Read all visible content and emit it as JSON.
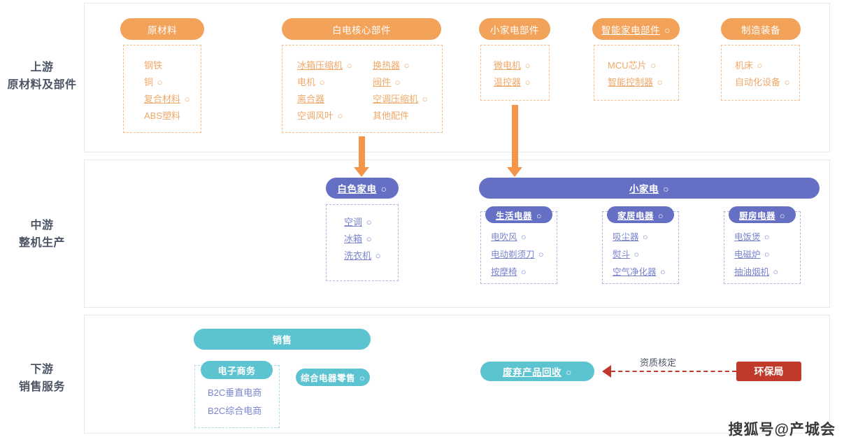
{
  "colors": {
    "orange": "#f3a25a",
    "orange_text": "#f0a868",
    "orange_arrow": "#f3964a",
    "purple": "#6570c4",
    "purple_text": "#7b84cf",
    "teal": "#5cc3d0",
    "teal_text": "#80cdd8",
    "red": "#c0392b",
    "panel_border": "#e6e8ec",
    "label_text": "#4c5566"
  },
  "circle_mark": "○",
  "stages": {
    "upstream": {
      "title": "上游",
      "subtitle": "原材料及部件"
    },
    "midstream": {
      "title": "中游",
      "subtitle": "整机生产"
    },
    "downstream": {
      "title": "下游",
      "subtitle": "销售服务"
    }
  },
  "upstream": {
    "groups": [
      {
        "header": "原材料",
        "header_underlined": false,
        "header_circle": false,
        "items": [
          {
            "text": "钢铁",
            "underlined": false,
            "circle": false
          },
          {
            "text": "铜",
            "underlined": false,
            "circle": true
          },
          {
            "text": "复合材料",
            "underlined": true,
            "circle": true
          },
          {
            "text": "ABS塑料",
            "underlined": false,
            "circle": false
          }
        ]
      },
      {
        "header": "白电核心部件",
        "header_underlined": false,
        "header_circle": false,
        "items_col1": [
          {
            "text": "冰箱压缩机",
            "underlined": true,
            "circle": true
          },
          {
            "text": "电机",
            "underlined": false,
            "circle": true
          },
          {
            "text": "离合器",
            "underlined": true,
            "circle": false
          },
          {
            "text": "空调风叶",
            "underlined": false,
            "circle": true
          }
        ],
        "items_col2": [
          {
            "text": "换热器",
            "underlined": true,
            "circle": true
          },
          {
            "text": "阀件",
            "underlined": true,
            "circle": true
          },
          {
            "text": "空调压缩机",
            "underlined": true,
            "circle": true
          },
          {
            "text": "其他配件",
            "underlined": false,
            "circle": false
          }
        ]
      },
      {
        "header": "小家电部件",
        "header_underlined": false,
        "header_circle": false,
        "items": [
          {
            "text": "微电机",
            "underlined": true,
            "circle": true
          },
          {
            "text": "温控器",
            "underlined": true,
            "circle": true
          }
        ]
      },
      {
        "header": "智能家电部件",
        "header_underlined": true,
        "header_circle": true,
        "items": [
          {
            "text": "MCU芯片",
            "underlined": false,
            "circle": true
          },
          {
            "text": "智能控制器",
            "underlined": true,
            "circle": true
          }
        ]
      },
      {
        "header": "制造装备",
        "header_underlined": false,
        "header_circle": false,
        "items": [
          {
            "text": "机床",
            "underlined": false,
            "circle": true
          },
          {
            "text": "自动化设备",
            "underlined": false,
            "circle": true
          }
        ]
      }
    ]
  },
  "midstream": {
    "white_goods": {
      "header": "白色家电",
      "header_underlined": true,
      "header_circle": true,
      "items": [
        {
          "text": "空调",
          "underlined": true,
          "circle": true
        },
        {
          "text": "冰箱",
          "underlined": true,
          "circle": true
        },
        {
          "text": "洗衣机",
          "underlined": true,
          "circle": true
        }
      ]
    },
    "small_appliances": {
      "header": "小家电",
      "header_underlined": true,
      "header_circle": true,
      "subgroups": [
        {
          "header": "生活电器",
          "header_underlined": true,
          "header_circle": true,
          "items": [
            {
              "text": "电吹风",
              "underlined": true,
              "circle": true
            },
            {
              "text": "电动剃须刀",
              "underlined": true,
              "circle": true
            },
            {
              "text": "按摩椅",
              "underlined": true,
              "circle": true
            }
          ]
        },
        {
          "header": "家居电器",
          "header_underlined": true,
          "header_circle": true,
          "items": [
            {
              "text": "吸尘器",
              "underlined": true,
              "circle": true
            },
            {
              "text": "熨斗",
              "underlined": true,
              "circle": true
            },
            {
              "text": "空气净化器",
              "underlined": true,
              "circle": true
            }
          ]
        },
        {
          "header": "厨房电器",
          "header_underlined": true,
          "header_circle": true,
          "items": [
            {
              "text": "电饭煲",
              "underlined": true,
              "circle": true
            },
            {
              "text": "电磁炉",
              "underlined": true,
              "circle": true
            },
            {
              "text": "抽油烟机",
              "underlined": true,
              "circle": true
            }
          ]
        }
      ]
    }
  },
  "downstream": {
    "sales": {
      "header": "销售",
      "header_underlined": false,
      "header_circle": false
    },
    "ecommerce": {
      "header": "电子商务",
      "header_underlined": false,
      "header_circle": false,
      "items": [
        {
          "text": "B2C垂直电商",
          "underlined": false,
          "circle": false
        },
        {
          "text": "B2C综合电商",
          "underlined": false,
          "circle": false
        }
      ]
    },
    "retail": {
      "header": "综合电器零售",
      "header_underlined": false,
      "header_circle": true
    },
    "recycling": {
      "header": "废弃产品回收",
      "header_underlined": true,
      "header_circle": true
    },
    "authority": {
      "label": "环保局"
    },
    "edge_label": "资质核定"
  },
  "watermark": "搜狐号@产城会"
}
